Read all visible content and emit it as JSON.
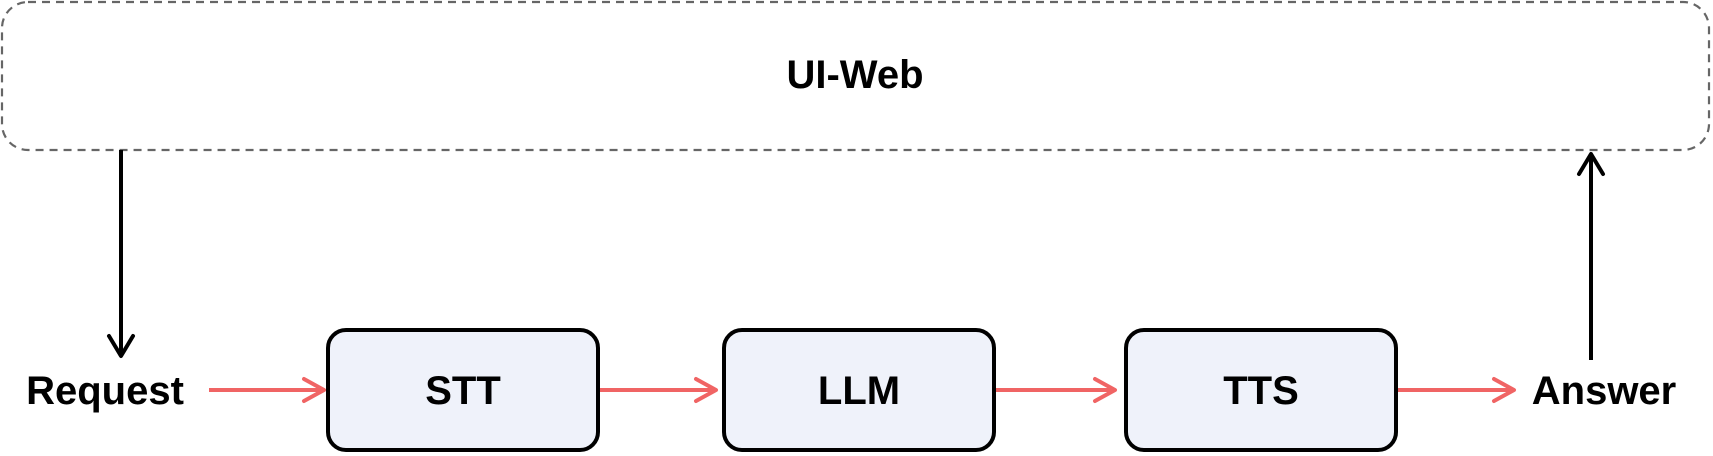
{
  "diagram": {
    "container": {
      "label": "UI-Web",
      "style": "dashed"
    },
    "endpoints": {
      "request": "Request",
      "answer": "Answer"
    },
    "nodes": [
      {
        "id": "stt",
        "label": "STT"
      },
      {
        "id": "llm",
        "label": "LLM"
      },
      {
        "id": "tts",
        "label": "TTS"
      }
    ],
    "edges": [
      {
        "from": "UI-Web",
        "to": "Request"
      },
      {
        "from": "Request",
        "to": "STT"
      },
      {
        "from": "STT",
        "to": "LLM"
      },
      {
        "from": "LLM",
        "to": "TTS"
      },
      {
        "from": "TTS",
        "to": "Answer"
      },
      {
        "from": "Answer",
        "to": "UI-Web"
      }
    ],
    "colors": {
      "node_fill": "#eff2fa",
      "node_stroke": "#000000",
      "flow_arrow": "#f06464",
      "io_arrow": "#000000",
      "container_stroke": "#666666"
    }
  }
}
